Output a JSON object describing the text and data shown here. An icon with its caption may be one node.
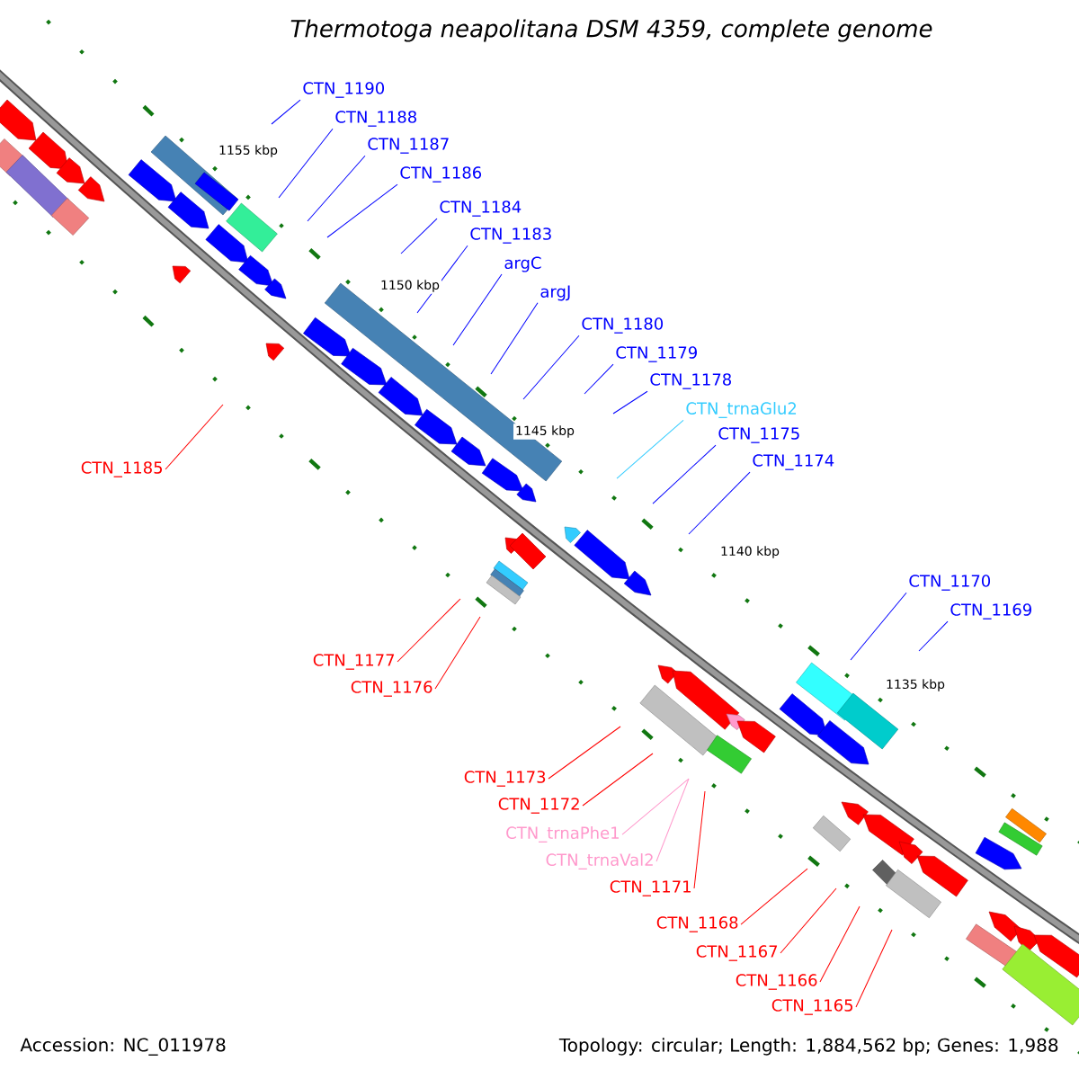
{
  "diagram": {
    "title": "Thermotoga neapolitana DSM 4359, complete genome",
    "nodes": [
      {
        "text": [
          "CTN_1190"
        ]
      },
      {
        "text": [
          "CTN_1188"
        ]
      },
      {
        "text": [
          "CTN_1187"
        ]
      },
      {
        "text": [
          "CTN_1186"
        ]
      },
      {
        "text": [
          "CTN_1184"
        ]
      },
      {
        "text": [
          "CTN_1183"
        ]
      },
      {
        "text": [
          "argC"
        ]
      },
      {
        "text": [
          "argJ"
        ]
      },
      {
        "text": [
          "CTN_1180"
        ]
      },
      {
        "text": [
          "CTN_1179"
        ]
      },
      {
        "text": [
          "CTN_1178"
        ]
      },
      {
        "text": [
          "CTN_trnaGlu2"
        ]
      },
      {
        "text": [
          "CTN_1175"
        ]
      },
      {
        "text": [
          "CTN_1174"
        ]
      },
      {
        "text": [
          "CTN_1185"
        ]
      },
      {
        "text": [
          "CTN_1170"
        ]
      },
      {
        "text": [
          "CTN_1169"
        ]
      },
      {
        "text": [
          "CTN_1177"
        ]
      },
      {
        "text": [
          "CTN_1176"
        ]
      },
      {
        "text": [
          "CTN_1173"
        ]
      },
      {
        "text": [
          "CTN_1172"
        ]
      },
      {
        "text": [
          "CTN_trnaPhe1"
        ]
      },
      {
        "text": [
          "CTN_trnaVal2"
        ]
      },
      {
        "text": [
          "CTN_1171"
        ]
      },
      {
        "text": [
          "CTN_1168"
        ]
      },
      {
        "text": [
          "CTN_1167"
        ]
      },
      {
        "text": [
          "CTN_1166"
        ]
      },
      {
        "text": [
          "CTN_1165"
        ]
      }
    ],
    "edges": [
      {
        "from": 0,
        "to": null,
        "arrow": "none"
      },
      {
        "from": 1,
        "to": null,
        "arrow": "none"
      },
      {
        "from": 2,
        "to": null,
        "arrow": "none"
      },
      {
        "from": 3,
        "to": null,
        "arrow": "none"
      },
      {
        "from": 4,
        "to": null,
        "arrow": "none"
      },
      {
        "from": 5,
        "to": null,
        "arrow": "none"
      },
      {
        "from": 6,
        "to": null,
        "arrow": "none"
      },
      {
        "from": 7,
        "to": null,
        "arrow": "none"
      },
      {
        "from": 8,
        "to": null,
        "arrow": "none"
      },
      {
        "from": 9,
        "to": null,
        "arrow": "none"
      },
      {
        "from": 10,
        "to": null,
        "arrow": "none"
      },
      {
        "from": 11,
        "to": null,
        "arrow": "none",
        "color": "#33ccff"
      },
      {
        "from": 12,
        "to": null,
        "arrow": "none"
      },
      {
        "from": 13,
        "to": null,
        "arrow": "none"
      },
      {
        "from": 14,
        "to": null,
        "arrow": "none",
        "color": "#ff0000"
      },
      {
        "from": 15,
        "to": null,
        "arrow": "none"
      },
      {
        "from": 16,
        "to": null,
        "arrow": "none"
      },
      {
        "from": 17,
        "to": null,
        "arrow": "none",
        "color": "#ff0000"
      },
      {
        "from": 18,
        "to": null,
        "arrow": "none",
        "color": "#ff0000"
      },
      {
        "from": 19,
        "to": null,
        "arrow": "none",
        "color": "#ff0000"
      },
      {
        "from": 20,
        "to": null,
        "arrow": "none",
        "color": "#ff0000"
      },
      {
        "from": 21,
        "to": null,
        "arrow": "none",
        "color": "#ff99cc"
      },
      {
        "from": 22,
        "to": null,
        "arrow": "none",
        "color": "#ff99cc"
      },
      {
        "from": 23,
        "to": null,
        "arrow": "none",
        "color": "#ff0000"
      },
      {
        "from": 24,
        "to": null,
        "arrow": "none",
        "color": "#ff0000"
      },
      {
        "from": 25,
        "to": null,
        "arrow": "none",
        "color": "#ff0000"
      },
      {
        "from": 26,
        "to": null,
        "arrow": "none",
        "color": "#ff0000"
      },
      {
        "from": 27,
        "to": null,
        "arrow": "none",
        "color": "#ff0000"
      }
    ],
    "labels": [
      "1155 kbp",
      "1150 kbp",
      "1145 kbp",
      "1140 kbp",
      "1135 kbp",
      "Accession: NC_011978",
      "Topology: circular; Length: 1,884,562 bp; Genes: 1,988"
    ]
  }
}
